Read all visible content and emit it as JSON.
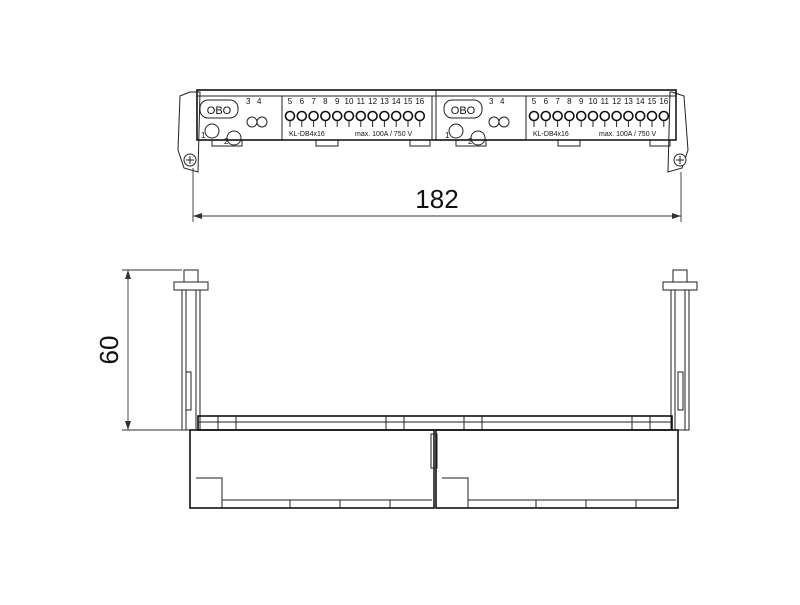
{
  "drawing": {
    "dimension_width": "182",
    "dimension_height": "60",
    "brand": "OBO",
    "model_label": "KL-DB4x16",
    "rating_label": "max. 100A / 750 V",
    "terminal_numbers_left": [
      "3",
      "4"
    ],
    "terminal_numbers_main": [
      "5",
      "6",
      "7",
      "8",
      "9",
      "10",
      "11",
      "12",
      "13",
      "14",
      "15",
      "16"
    ],
    "side_numbers": [
      "1",
      "2"
    ]
  },
  "colors": {
    "line": "#222222",
    "background": "#ffffff"
  }
}
